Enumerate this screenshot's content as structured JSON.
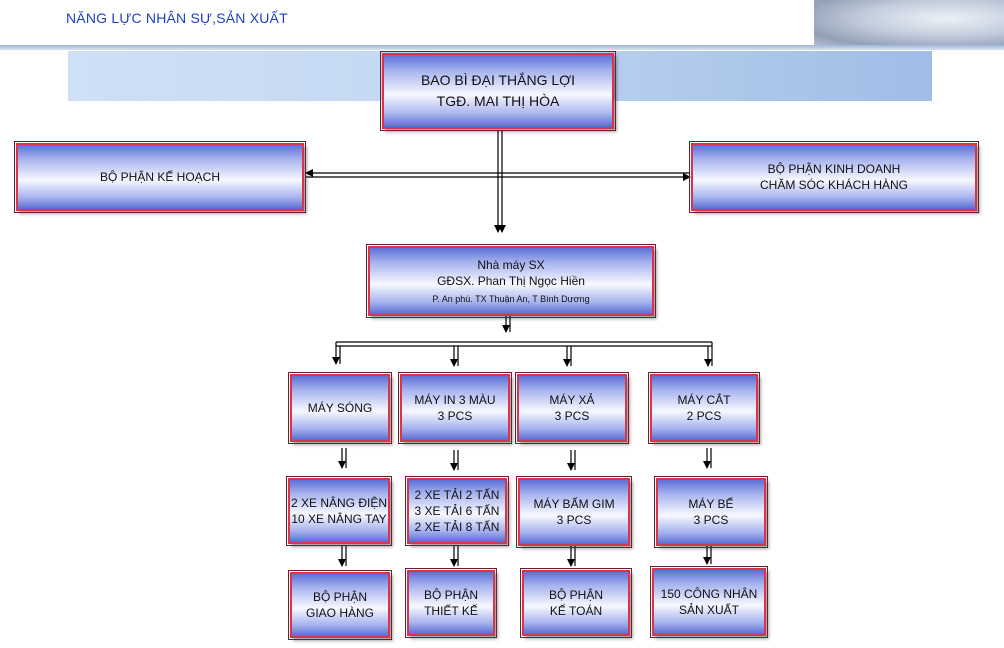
{
  "header": {
    "title": "NĂNG LỰC NHÂN SỰ,SẢN XUẤT"
  },
  "org": {
    "root": {
      "line1": "BAO BÌ ĐẠI THẮNG LỢI",
      "line2": "TGĐ. MAI THỊ HÒA"
    },
    "left": {
      "line1": "BỘ PHẬN KẾ HOẠCH"
    },
    "right": {
      "line1": "BỘ PHẬN KINH DOANH",
      "line2": "CHĂM SÓC KHÁCH HÀNG"
    },
    "factory": {
      "line1": "Nhà máy SX",
      "line2": "GĐSX. Phan Thị Ngọc Hiền",
      "line3": "P. An phú. TX Thuận An, T Bình Dương"
    },
    "columns": [
      {
        "top": [
          "MÁY SÓNG"
        ],
        "mid": [
          "2 XE NÂNG ĐIỆN",
          "10 XE NÂNG TAY"
        ],
        "bottom": [
          "BỘ PHẬN",
          "GIAO HÀNG"
        ]
      },
      {
        "top": [
          "MÁY IN 3 MÀU",
          "3 PCS"
        ],
        "mid": [
          "2 XE TẢI 2 TẤN",
          "3 XE TẢI 6 TẤN",
          "2 XE TẢI 8 TẤN"
        ],
        "bottom": [
          "BỘ PHẬN",
          "THIẾT KẾ"
        ]
      },
      {
        "top": [
          "MÁY XẢ",
          "3 PCS"
        ],
        "mid": [
          "MÁY BẤM GIM",
          "3 PCS"
        ],
        "bottom": [
          "BỘ PHẬN",
          "KẾ TOÁN"
        ]
      },
      {
        "top": [
          "MÁY CẮT",
          "2 PCS"
        ],
        "mid": [
          "MÁY BẾ",
          "3 PCS"
        ],
        "bottom": [
          "150 CÔNG NHÂN",
          "SẢN XUẤT"
        ]
      }
    ]
  }
}
